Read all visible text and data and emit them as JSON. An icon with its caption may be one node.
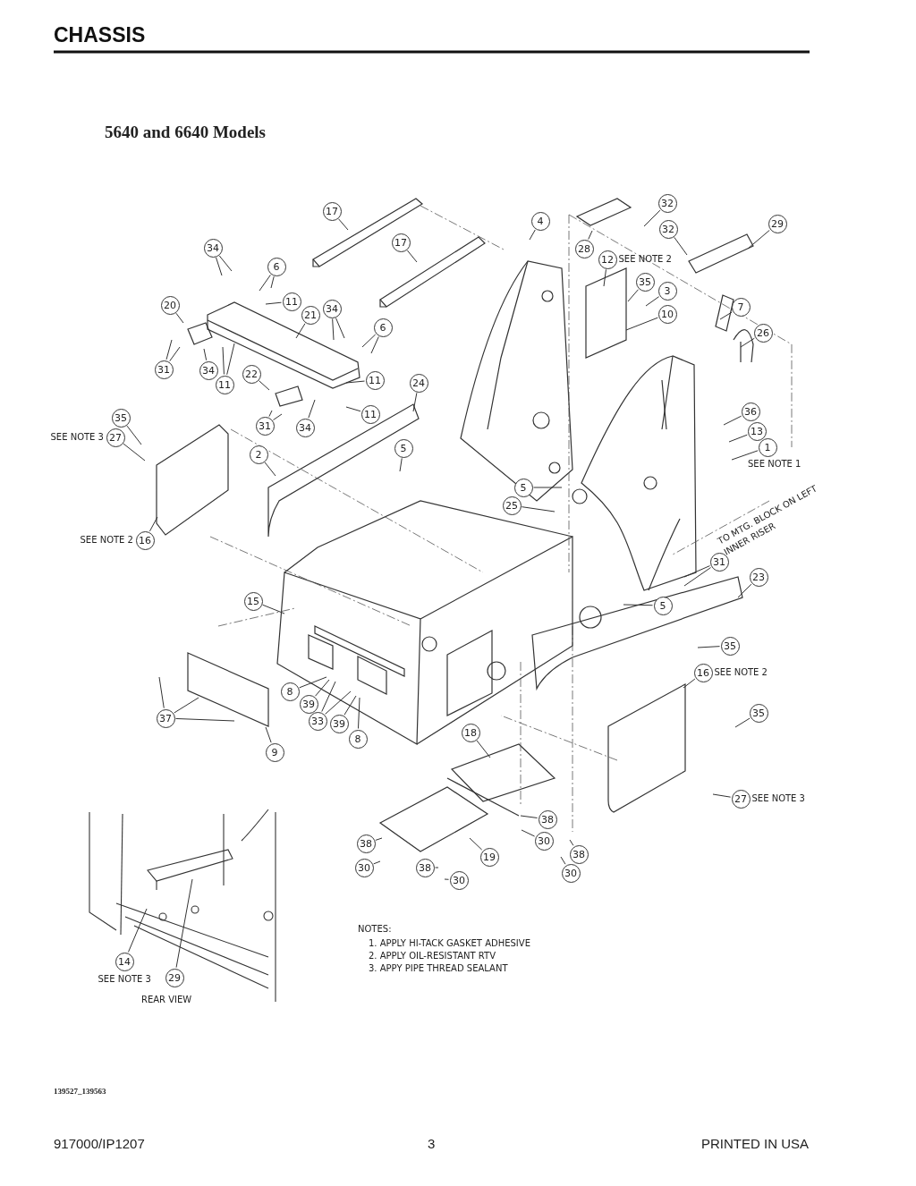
{
  "diagram": {
    "title": "CHASSIS",
    "nodes": [
      {
        "text": [
          "17"
        ]
      },
      {
        "text": [
          "17"
        ]
      },
      {
        "text": [
          "4"
        ]
      },
      {
        "text": [
          "32"
        ]
      },
      {
        "text": [
          "29"
        ]
      },
      {
        "text": [
          "32"
        ]
      },
      {
        "text": [
          "28"
        ]
      },
      {
        "text": [
          "34"
        ]
      },
      {
        "text": [
          "12"
        ],
        "beside": [
          "SEE NOTE 2"
        ]
      },
      {
        "text": [
          "6"
        ]
      },
      {
        "text": [
          "35"
        ]
      },
      {
        "text": [
          "3"
        ]
      },
      {
        "text": [
          "11"
        ]
      },
      {
        "text": [
          "20"
        ]
      },
      {
        "text": [
          "7"
        ]
      },
      {
        "text": [
          "34"
        ]
      },
      {
        "text": [
          "10"
        ]
      },
      {
        "text": [
          "21"
        ]
      },
      {
        "text": [
          "6"
        ]
      },
      {
        "text": [
          "26"
        ]
      },
      {
        "text": [
          "31"
        ]
      },
      {
        "text": [
          "34"
        ]
      },
      {
        "text": [
          "22"
        ]
      },
      {
        "text": [
          "11"
        ]
      },
      {
        "text": [
          "24"
        ]
      },
      {
        "text": [
          "11"
        ]
      },
      {
        "text": [
          "36"
        ]
      },
      {
        "text": [
          "11"
        ]
      },
      {
        "text": [
          "35"
        ]
      },
      {
        "text": [
          "31"
        ]
      },
      {
        "text": [
          "34"
        ]
      },
      {
        "text": [
          "13"
        ]
      },
      {
        "text": [
          "27"
        ],
        "beside": [
          "SEE NOTE 3"
        ]
      },
      {
        "text": [
          "1"
        ],
        "beside": [
          "SEE NOTE 1"
        ]
      },
      {
        "text": [
          "5"
        ]
      },
      {
        "text": [
          "2"
        ]
      },
      {
        "text": [
          "5"
        ]
      },
      {
        "text": [
          "25"
        ]
      },
      {
        "text": [
          "16"
        ],
        "beside": [
          "SEE NOTE 2"
        ]
      },
      {
        "text": [
          "31"
        ]
      },
      {
        "text": [
          "23"
        ]
      },
      {
        "text": [
          "15"
        ]
      },
      {
        "text": [
          "5"
        ]
      },
      {
        "text": [
          "35"
        ]
      },
      {
        "text": [
          "16"
        ],
        "beside": [
          "SEE NOTE 2"
        ]
      },
      {
        "text": [
          "8"
        ]
      },
      {
        "text": [
          "39"
        ]
      },
      {
        "text": [
          "35"
        ]
      },
      {
        "text": [
          "37"
        ]
      },
      {
        "text": [
          "33"
        ]
      },
      {
        "text": [
          "39"
        ]
      },
      {
        "text": [
          "18"
        ]
      },
      {
        "text": [
          "8"
        ]
      },
      {
        "text": [
          "9"
        ]
      },
      {
        "text": [
          "27"
        ],
        "beside": [
          "SEE NOTE 3"
        ]
      },
      {
        "text": [
          "38"
        ]
      },
      {
        "text": [
          "30"
        ]
      },
      {
        "text": [
          "38"
        ]
      },
      {
        "text": [
          "38"
        ]
      },
      {
        "text": [
          "19"
        ]
      },
      {
        "text": [
          "30"
        ]
      },
      {
        "text": [
          "38"
        ]
      },
      {
        "text": [
          "30"
        ]
      },
      {
        "text": [
          "30"
        ]
      },
      {
        "text": [
          "14"
        ],
        "beside": [
          "SEE NOTE 3"
        ]
      },
      {
        "text": [
          "29"
        ]
      }
    ],
    "edges": [
      {
        "from": 0,
        "to": null,
        "arrow": "none"
      },
      {
        "from": 1,
        "to": null,
        "arrow": "none"
      },
      {
        "from": 2,
        "to": null,
        "arrow": "none"
      },
      {
        "from": 3,
        "to": null,
        "arrow": "none"
      },
      {
        "from": 4,
        "to": null,
        "arrow": "none"
      },
      {
        "from": 5,
        "to": null,
        "arrow": "none"
      },
      {
        "from": 6,
        "to": null,
        "arrow": "none"
      },
      {
        "from": 7,
        "to": null,
        "arrow": "none"
      },
      {
        "from": 7,
        "to": null,
        "arrow": "none"
      },
      {
        "from": 8,
        "to": null,
        "arrow": "none"
      },
      {
        "from": 9,
        "to": null,
        "arrow": "none"
      },
      {
        "from": 9,
        "to": null,
        "arrow": "none"
      },
      {
        "from": 10,
        "to": null,
        "arrow": "none"
      },
      {
        "from": 11,
        "to": null,
        "arrow": "none"
      },
      {
        "from": 12,
        "to": null,
        "arrow": "none"
      },
      {
        "from": 13,
        "to": null,
        "arrow": "none"
      },
      {
        "from": 14,
        "to": null,
        "arrow": "none"
      },
      {
        "from": 15,
        "to": null,
        "arrow": "none"
      },
      {
        "from": 15,
        "to": null,
        "arrow": "none"
      },
      {
        "from": 16,
        "to": null,
        "arrow": "none"
      },
      {
        "from": 17,
        "to": null,
        "arrow": "none"
      },
      {
        "from": 18,
        "to": null,
        "arrow": "none"
      },
      {
        "from": 18,
        "to": null,
        "arrow": "none"
      },
      {
        "from": 19,
        "to": null,
        "arrow": "none"
      },
      {
        "from": 20,
        "to": null,
        "arrow": "none"
      },
      {
        "from": 20,
        "to": null,
        "arrow": "none"
      },
      {
        "from": 21,
        "to": null,
        "arrow": "none"
      },
      {
        "from": 22,
        "to": null,
        "arrow": "none"
      },
      {
        "from": 23,
        "to": null,
        "arrow": "none"
      },
      {
        "from": 24,
        "to": null,
        "arrow": "none"
      },
      {
        "from": 25,
        "to": null,
        "arrow": "none"
      },
      {
        "from": 25,
        "to": null,
        "arrow": "none"
      },
      {
        "from": 26,
        "to": null,
        "arrow": "none"
      },
      {
        "from": 27,
        "to": null,
        "arrow": "none"
      },
      {
        "from": 28,
        "to": null,
        "arrow": "none"
      },
      {
        "from": 29,
        "to": null,
        "arrow": "none"
      },
      {
        "from": 29,
        "to": null,
        "arrow": "none"
      },
      {
        "from": 30,
        "to": null,
        "arrow": "none"
      },
      {
        "from": 31,
        "to": null,
        "arrow": "none"
      },
      {
        "from": 32,
        "to": null,
        "arrow": "none"
      },
      {
        "from": 33,
        "to": null,
        "arrow": "none"
      },
      {
        "from": 34,
        "to": null,
        "arrow": "none"
      },
      {
        "from": 35,
        "to": null,
        "arrow": "none"
      },
      {
        "from": 36,
        "to": null,
        "arrow": "none"
      },
      {
        "from": 37,
        "to": null,
        "arrow": "none"
      },
      {
        "from": 38,
        "to": null,
        "arrow": "none"
      },
      {
        "from": 39,
        "to": null,
        "arrow": "none"
      },
      {
        "from": 39,
        "to": null,
        "arrow": "none"
      },
      {
        "from": 40,
        "to": null,
        "arrow": "none"
      },
      {
        "from": 41,
        "to": null,
        "arrow": "none"
      },
      {
        "from": 42,
        "to": null,
        "arrow": "none"
      },
      {
        "from": 43,
        "to": null,
        "arrow": "none"
      },
      {
        "from": 44,
        "to": null,
        "arrow": "none"
      },
      {
        "from": 45,
        "to": null,
        "arrow": "none"
      },
      {
        "from": 46,
        "to": null,
        "arrow": "none"
      },
      {
        "from": 47,
        "to": null,
        "arrow": "none"
      },
      {
        "from": 48,
        "to": null,
        "arrow": "none"
      },
      {
        "from": 48,
        "to": null,
        "arrow": "none"
      },
      {
        "from": 48,
        "to": null,
        "arrow": "none"
      },
      {
        "from": 49,
        "to": null,
        "arrow": "none"
      },
      {
        "from": 49,
        "to": null,
        "arrow": "none"
      },
      {
        "from": 50,
        "to": null,
        "arrow": "none"
      },
      {
        "from": 51,
        "to": null,
        "arrow": "none"
      },
      {
        "from": 52,
        "to": null,
        "arrow": "none"
      },
      {
        "from": 53,
        "to": null,
        "arrow": "none"
      },
      {
        "from": 54,
        "to": null,
        "arrow": "none"
      },
      {
        "from": 55,
        "to": null,
        "arrow": "none"
      },
      {
        "from": 56,
        "to": null,
        "arrow": "none"
      },
      {
        "from": 57,
        "to": null,
        "arrow": "none"
      },
      {
        "from": 58,
        "to": null,
        "arrow": "none"
      },
      {
        "from": 59,
        "to": null,
        "arrow": "none"
      },
      {
        "from": 60,
        "to": null,
        "arrow": "none"
      },
      {
        "from": 61,
        "to": null,
        "arrow": "none"
      },
      {
        "from": 62,
        "to": null,
        "arrow": "none"
      },
      {
        "from": 63,
        "to": null,
        "arrow": "none"
      },
      {
        "from": 64,
        "to": null,
        "arrow": "none"
      },
      {
        "from": 65,
        "to": null,
        "arrow": "none"
      }
    ],
    "labels": [
      "5640 and 6640 Models",
      "TO MTG. BLOCK ON LEFT INNER RISER",
      "REAR VIEW",
      "NOTES:",
      "1. APPLY HI-TACK GASKET ADHESIVE",
      "2. APPLY OIL-RESISTANT RTV",
      "3. APPY PIPE THREAD SEALANT",
      "139527_139563",
      "917000/IP1207",
      "3",
      "PRINTED IN USA"
    ]
  }
}
